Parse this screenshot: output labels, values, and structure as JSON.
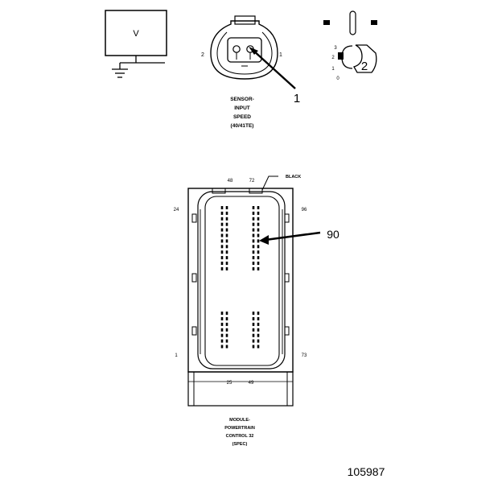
{
  "meter": {
    "symbol": "V"
  },
  "sensor_connector": {
    "pin_left": "2",
    "pin_right": "1",
    "callout": "1",
    "caption_lines": [
      "SENSOR-",
      "INPUT",
      "SPEED",
      "(40/41TE)"
    ]
  },
  "sensor_view": {
    "pin_labels": [
      "3",
      "2",
      "1",
      "0"
    ],
    "callout": "2"
  },
  "pcm_connector": {
    "top_labels": [
      "48",
      "72"
    ],
    "color_label": "BLACK",
    "left_top": "24",
    "right_top": "96",
    "left_bottom": "1",
    "right_bottom": "73",
    "bottom_labels": [
      "25",
      "49"
    ],
    "callout": "90",
    "caption_lines": [
      "MODULE-",
      "POWERTRAIN",
      "CONTROL 32",
      "(SPEC)"
    ]
  },
  "figure_number": "105987"
}
